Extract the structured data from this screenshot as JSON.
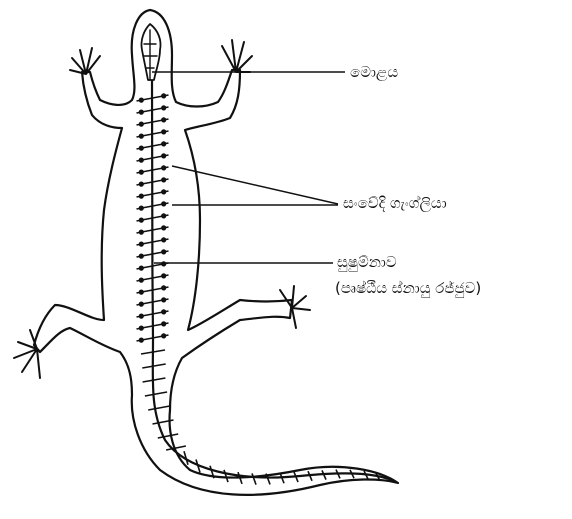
{
  "labels": {
    "brain": "මොළය",
    "ganglia": "සංවේදි ගැංග්ලියා",
    "spinal_cord": "සුෂුම්නාව",
    "spinal_cord_sub": "(පෘෂ්ඨීය ස්නායු රජ්ජුව)"
  },
  "colors": {
    "line": "#111111",
    "background": "#ffffff"
  }
}
